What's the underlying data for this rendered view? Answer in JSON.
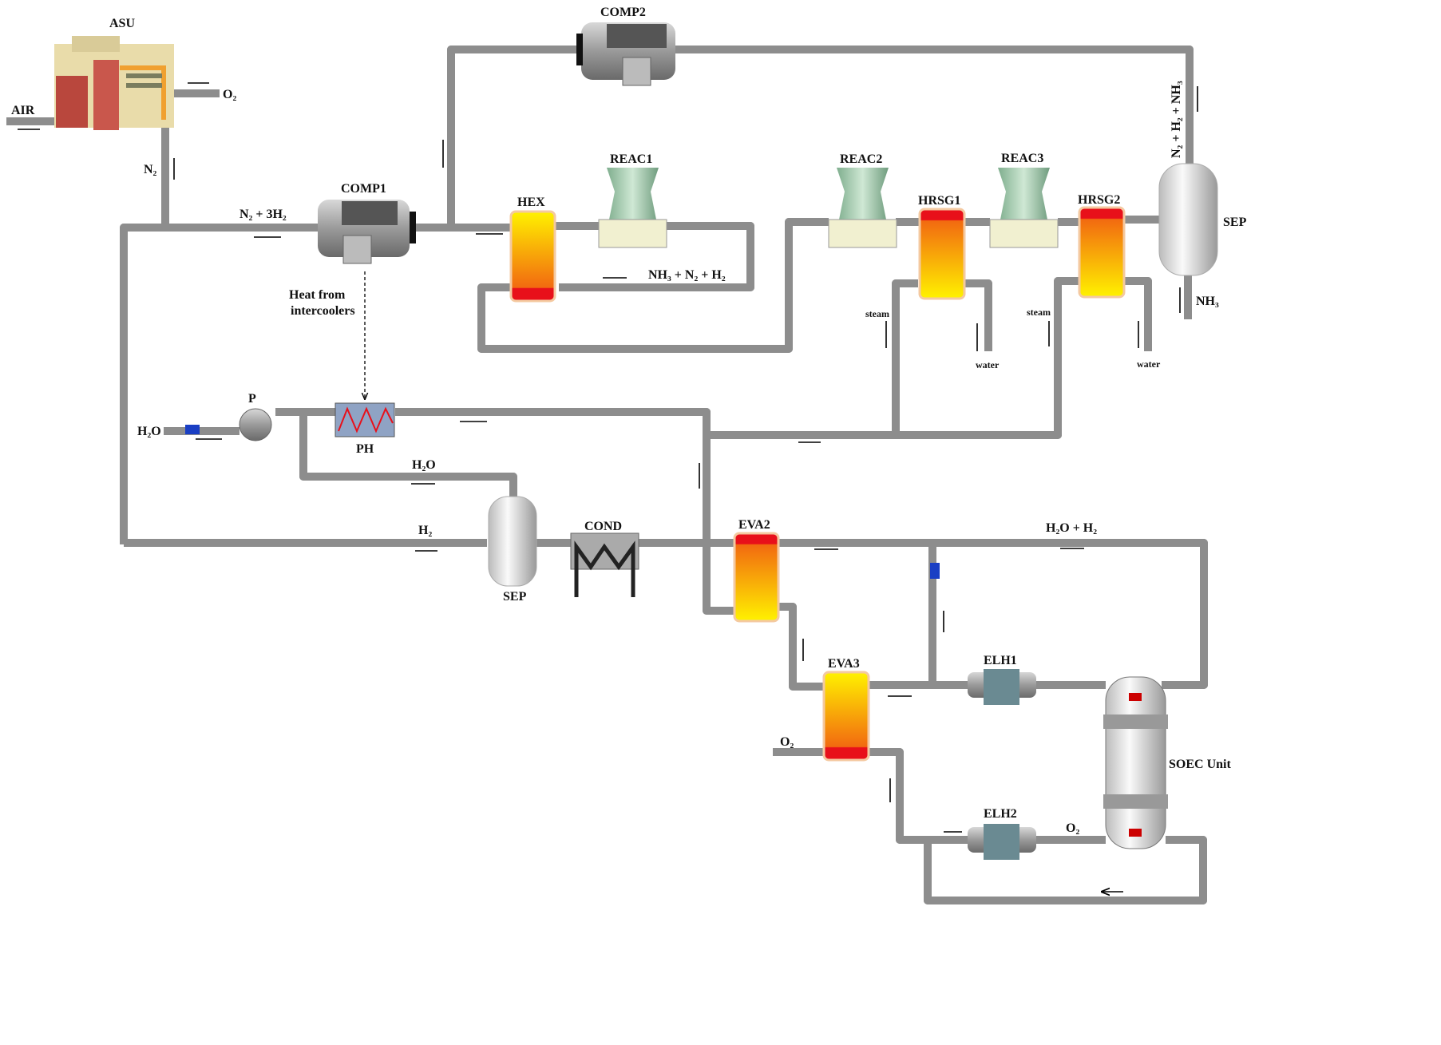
{
  "equipment": {
    "asu": "ASU",
    "comp1": "COMP1",
    "comp2": "COMP2",
    "hex": "HEX",
    "reac1": "REAC1",
    "reac2": "REAC2",
    "reac3": "REAC3",
    "hrsg1": "HRSG1",
    "hrsg2": "HRSG2",
    "sep_ammonia": "SEP",
    "pump": "P",
    "preheater": "PH",
    "sep_water": "SEP",
    "cond": "COND",
    "eva2": "EVA2",
    "eva3": "EVA3",
    "elh1": "ELH1",
    "elh2": "ELH2",
    "soec": "SOEC Unit"
  },
  "streams": {
    "air": "AIR",
    "o2_asu": "O₂",
    "n2": "N₂",
    "syngas": "N₂ + 3H₂",
    "heat_line1": "Heat from",
    "heat_line2": "intercoolers",
    "reactor_out": "NH₃ + N₂ + H₂",
    "recycle": "N₂ + H₂ + NH₃",
    "nh3": "NH₃",
    "steam1": "steam",
    "water1": "water",
    "steam2": "steam",
    "water2": "water",
    "h2o_in": "H₂O",
    "h2o_recycle": "H₂O",
    "h2": "H₂",
    "h2o_h2": "H₂O + H₂",
    "o2_eva3": "O₂",
    "o2_soec": "O₂"
  },
  "colors": {
    "pipe": "#8d8d8d",
    "heater_hot": "#e8101a",
    "heater_cool": "#fff200",
    "valve": "#1a3fc4"
  }
}
